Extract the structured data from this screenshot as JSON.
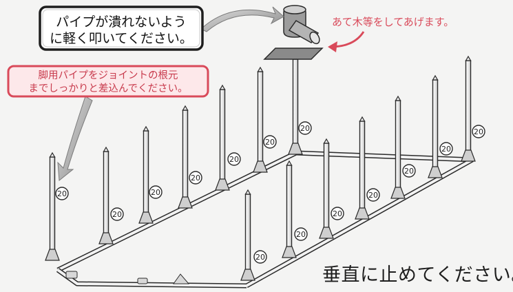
{
  "callouts": {
    "crush_line1": "パイプが潰れないよう",
    "crush_line2": "に軽く叩いてください。",
    "insert_line1": "脚用パイプをジョイントの根元",
    "insert_line2": "までしっかりと差込んでください。",
    "wood_note": "あて木等をしてあげます。",
    "vertical_note": "垂直に止めてください。"
  },
  "part_label": "20",
  "colors": {
    "outline": "#2a2a2a",
    "pipe_fill": "#f2f2f2",
    "red_accent": "#d94a5a",
    "red_box_fill": "#fde8ea",
    "arrow_gray": "#9a9a9a"
  }
}
